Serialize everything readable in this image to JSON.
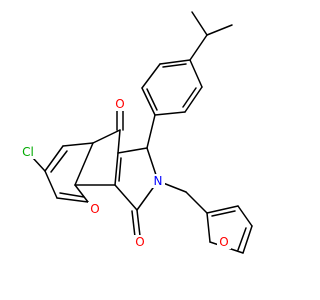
{
  "molecule": {
    "atoms": [
      {
        "name": "carbonyl-oxygen-top",
        "text": "O",
        "color": "#ff0000"
      },
      {
        "name": "carbonyl-oxygen-bottom",
        "text": "O",
        "color": "#ff0000"
      },
      {
        "name": "ring-oxygen-chromene",
        "text": "O",
        "color": "#ff0000"
      },
      {
        "name": "ring-oxygen-furan",
        "text": "O",
        "color": "#ff0000"
      },
      {
        "name": "ring-nitrogen",
        "text": "N",
        "color": "#0000ff"
      },
      {
        "name": "chlorine",
        "text": "Cl",
        "color": "#00aa00"
      }
    ]
  }
}
